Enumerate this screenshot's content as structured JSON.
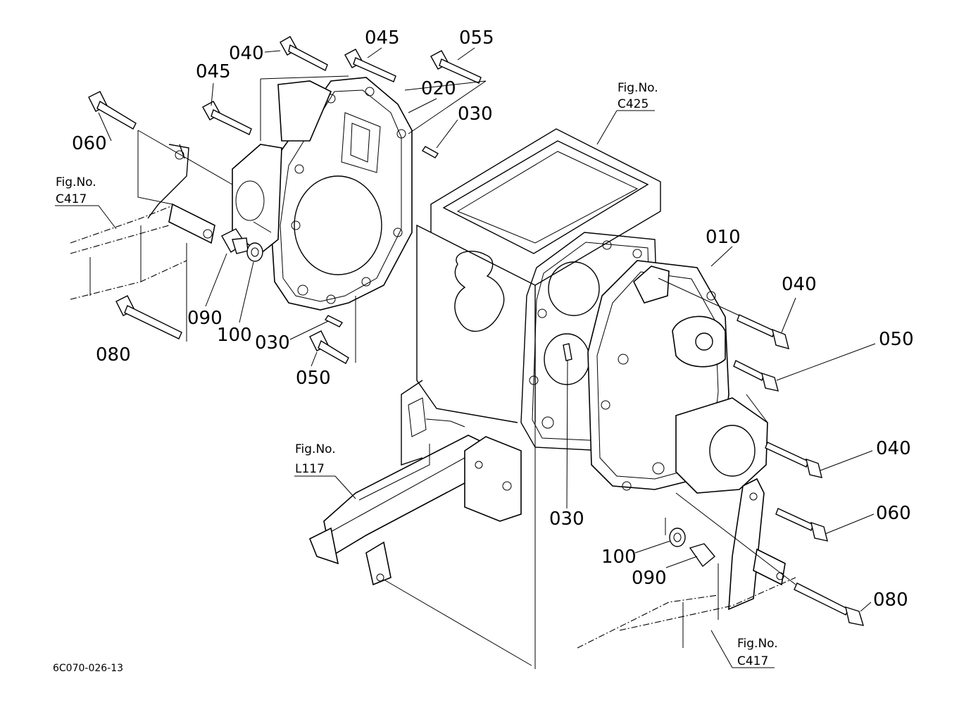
{
  "diagram": {
    "part_numbers": {
      "p040_top": "040",
      "p045_top": "045",
      "p055": "055",
      "p045_left": "045",
      "p020": "020",
      "p030_top": "030",
      "p060_left": "060",
      "p090_left": "090",
      "p100_left": "100",
      "p030_mid": "030",
      "p080_left": "080",
      "p050_left": "050",
      "p010": "010",
      "p040_right1": "040",
      "p050_right": "050",
      "p040_right2": "040",
      "p060_right": "060",
      "p030_bottom": "030",
      "p100_right": "100",
      "p090_right": "090",
      "p080_right": "080"
    },
    "figure_refs": {
      "c425": {
        "line1": "Fig.No.",
        "line2": "C425"
      },
      "c417_left": {
        "line1": "Fig.No.",
        "line2": "C417"
      },
      "l117": {
        "line1": "Fig.No.",
        "line2": "L117"
      },
      "c417_right": {
        "line1": "Fig.No.",
        "line2": "C417"
      }
    },
    "drawing_code": "6C070-026-13"
  }
}
